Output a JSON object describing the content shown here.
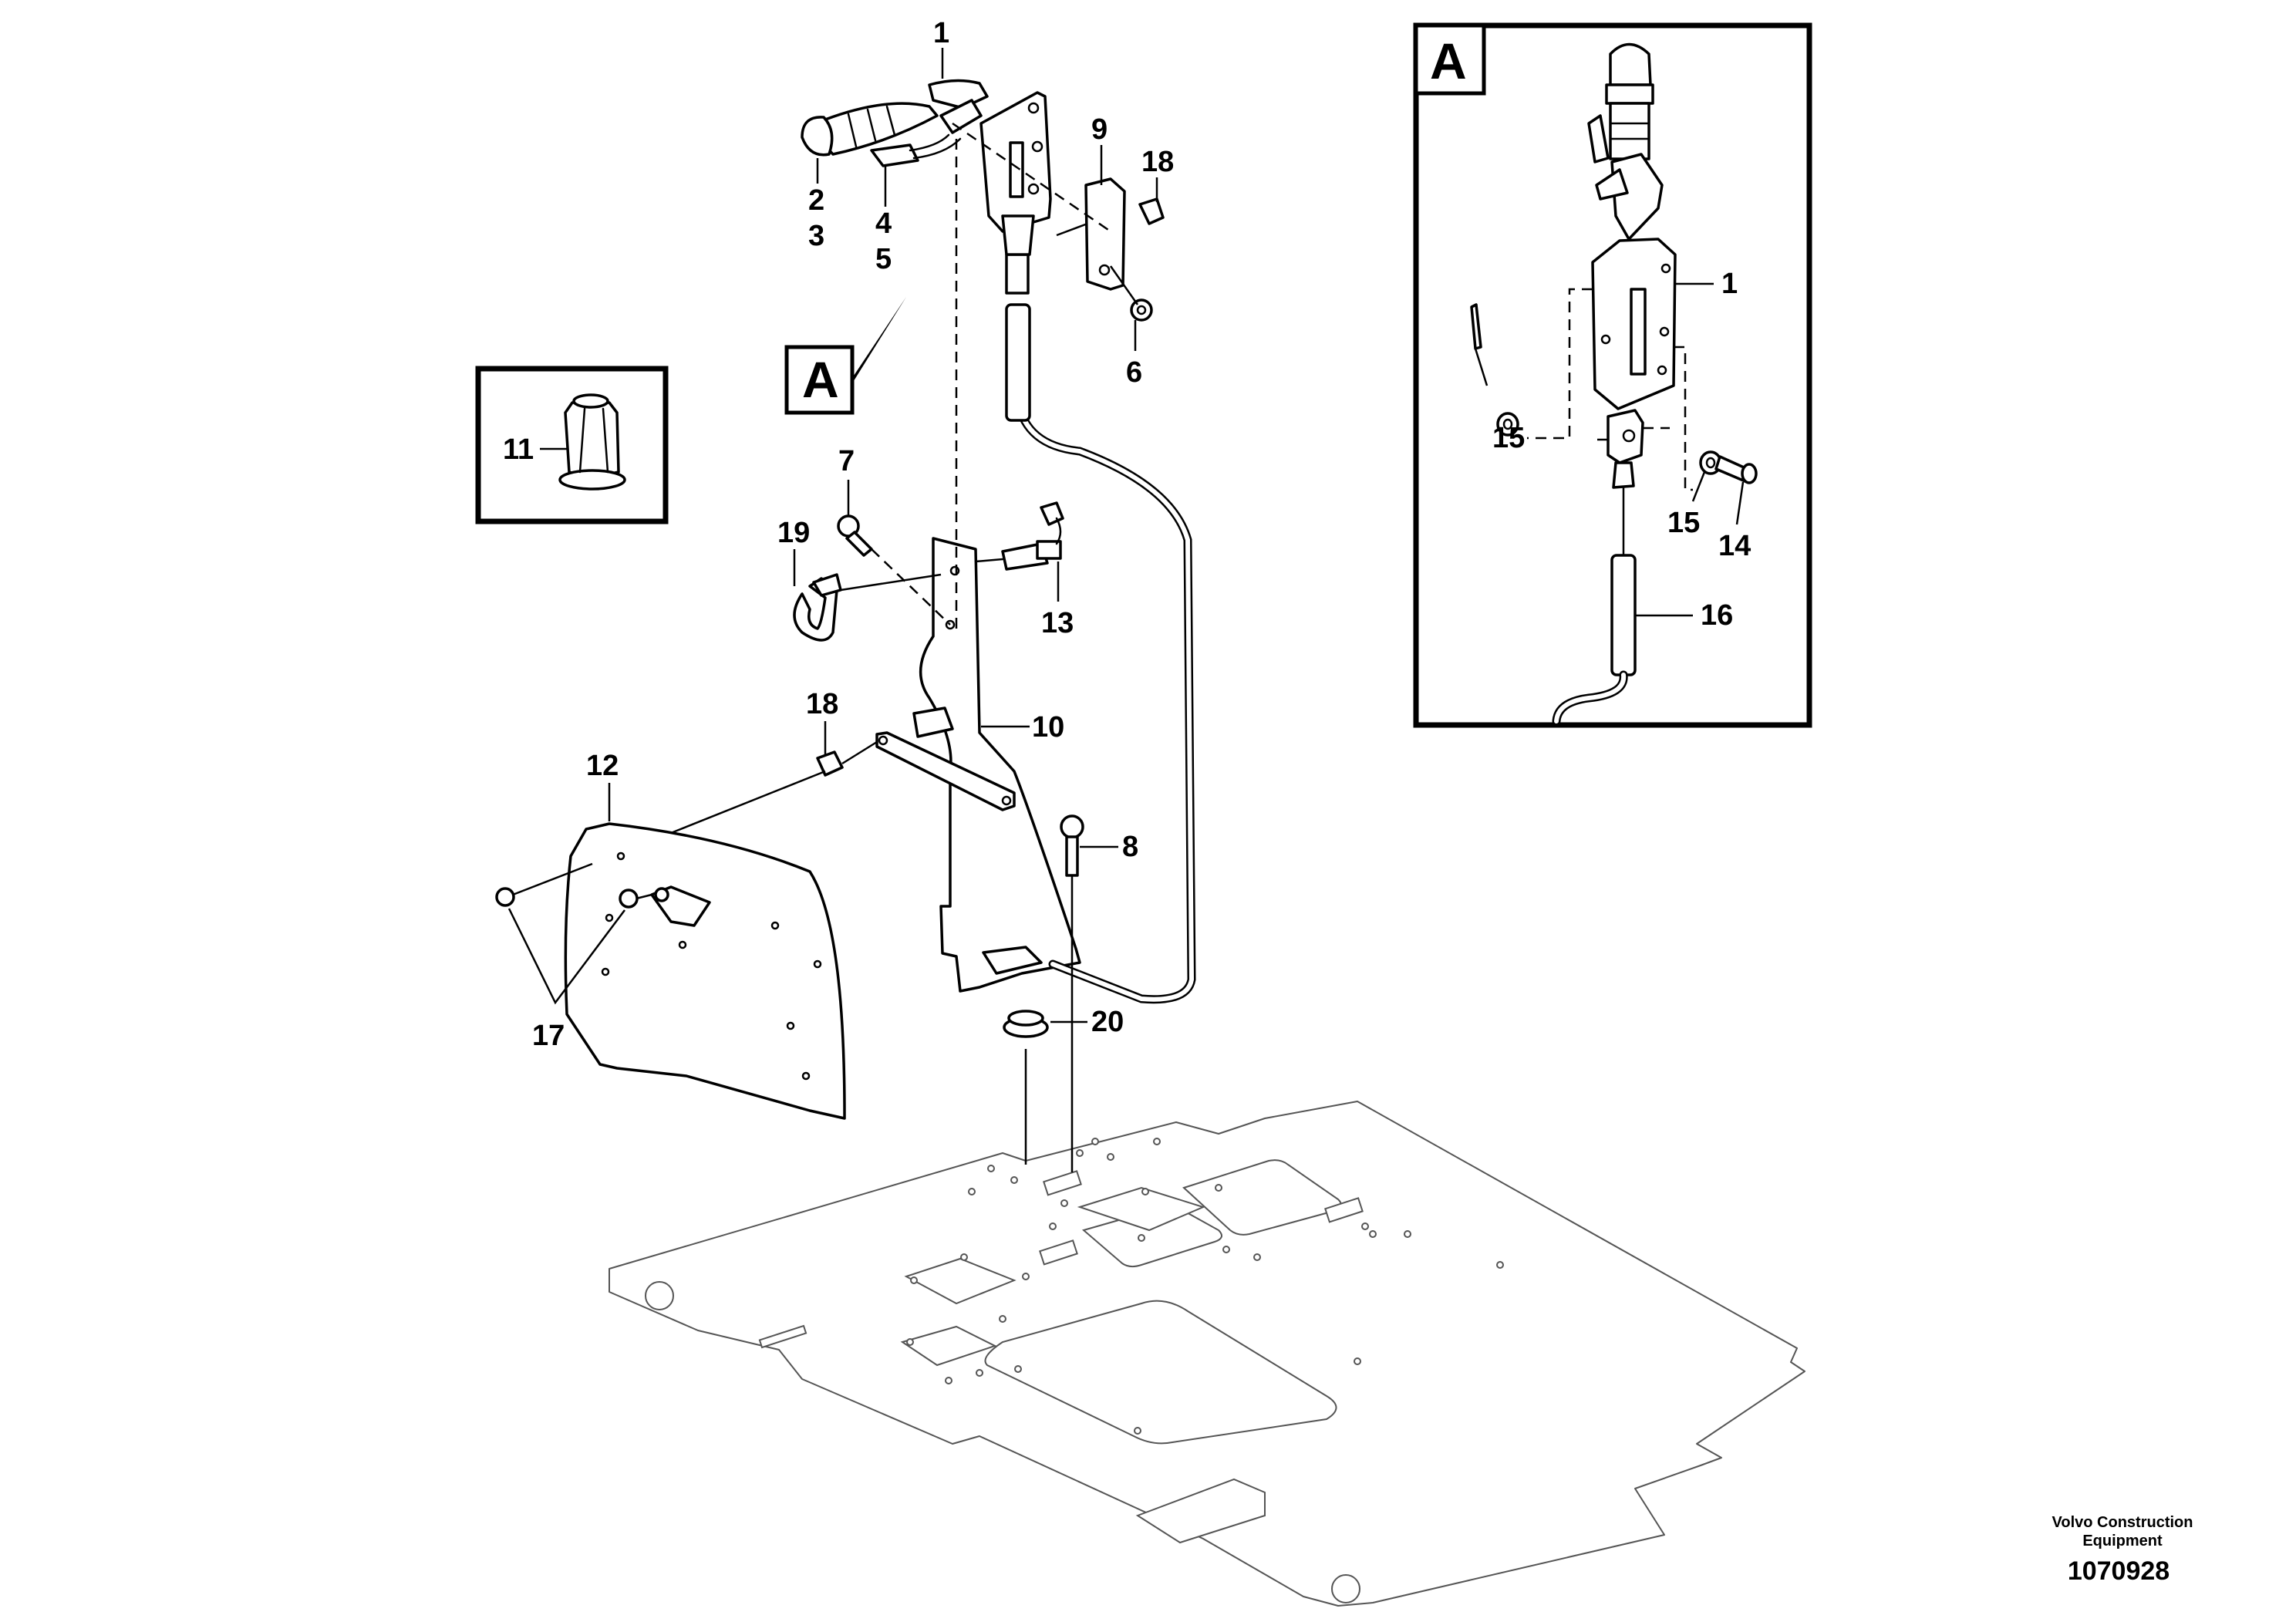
{
  "callouts": {
    "n1": "1",
    "n2": "2",
    "n3": "3",
    "n4": "4",
    "n5": "5",
    "n6": "6",
    "n7": "7",
    "n8": "8",
    "n9": "9",
    "n10": "10",
    "n11": "11",
    "n12": "12",
    "n13": "13",
    "n18a": "18",
    "n18b": "18",
    "n19": "19",
    "n17": "17",
    "n20": "20"
  },
  "detail_a": {
    "title": "A",
    "n1": "1",
    "n14": "14",
    "n15a": "15",
    "n15b": "15",
    "n16": "16"
  },
  "view_marker": "A",
  "footer": {
    "company_line1": "Volvo Construction",
    "company_line2": "Equipment",
    "drawing_number": "1070928"
  }
}
